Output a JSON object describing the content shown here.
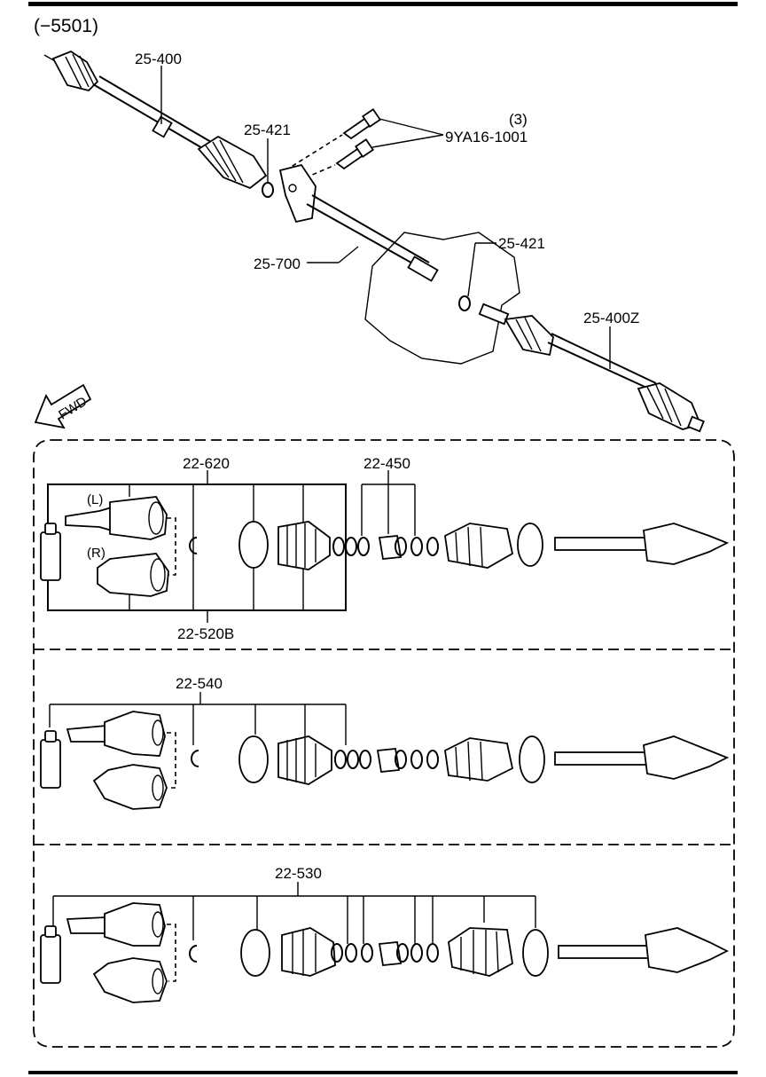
{
  "header": {
    "range": "(−5501)"
  },
  "upper": {
    "labels": {
      "left_shaft": "25-400",
      "snap_ring_left": "25-421",
      "bolt": "9YA16-1001",
      "bolt_qty": "(3)",
      "joint_shaft": "25-700",
      "snap_ring_right": "25-421",
      "right_shaft": "25-400Z"
    },
    "fwd": "FWD"
  },
  "panel1": {
    "joint_kit": "22-620",
    "boot_kit": "22-450",
    "joint_set": "22-520B",
    "left_side": "(L)",
    "right_side": "(R)"
  },
  "panel2": {
    "kit": "22-540"
  },
  "panel3": {
    "kit": "22-530"
  }
}
